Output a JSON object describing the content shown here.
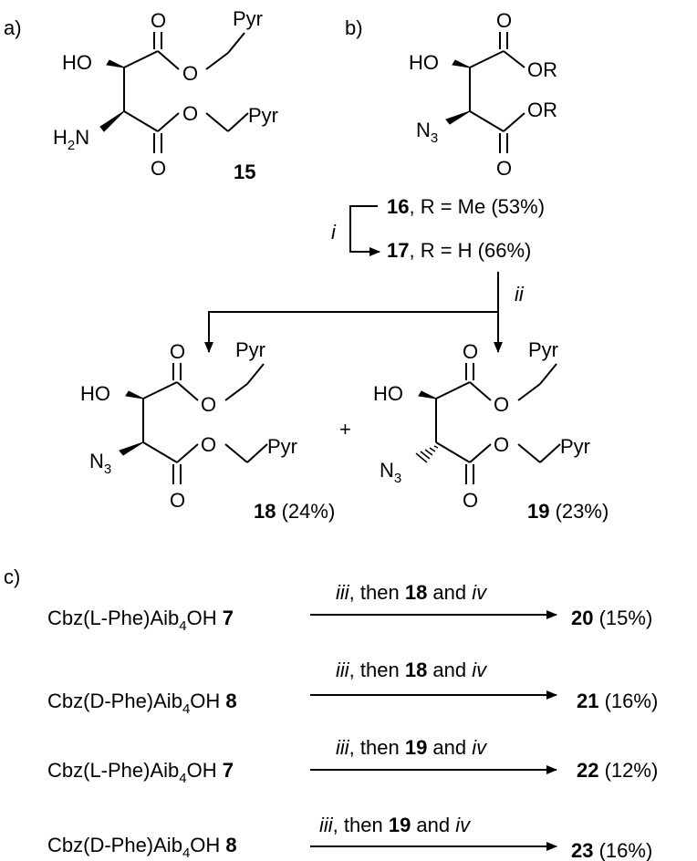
{
  "panels": {
    "a": "a)",
    "b": "b)",
    "c": "c)"
  },
  "atoms": {
    "O": "O",
    "HO": "HO",
    "H": "H",
    "N": "N",
    "sub2": "2",
    "sub3": "3",
    "Pyr": "Pyr",
    "R": "R"
  },
  "compounds": {
    "c15": "15",
    "c16": "16",
    "c16_tail": ", R = Me (53%)",
    "c17": "17",
    "c17_tail": ", R = H (66%)",
    "c18": "18",
    "c18_yield": " (24%)",
    "c19": "19",
    "c19_yield": " (23%)"
  },
  "steps": {
    "i": "i",
    "ii": "ii",
    "iii": "iii",
    "iv": "iv",
    "plus": "+"
  },
  "reactions": [
    {
      "sm": "Cbz(L-Phe)Aib",
      "sub": "4",
      "sm_tail": "OH ",
      "sm_num": "7",
      "cond_pre": ", then ",
      "cond_cmpd": "18",
      "cond_and": " and ",
      "product": "20",
      "yield": " (15%)"
    },
    {
      "sm": "Cbz(D-Phe)Aib",
      "sub": "4",
      "sm_tail": "OH ",
      "sm_num": "8",
      "cond_pre": ", then ",
      "cond_cmpd": "18",
      "cond_and": " and ",
      "product": "21",
      "yield": " (16%)"
    },
    {
      "sm": "Cbz(L-Phe)Aib",
      "sub": "4",
      "sm_tail": "OH ",
      "sm_num": "7",
      "cond_pre": ", then ",
      "cond_cmpd": "19",
      "cond_and": " and ",
      "product": "22",
      "yield": " (12%)"
    },
    {
      "sm": "Cbz(D-Phe)Aib",
      "sub": "4",
      "sm_tail": "OH ",
      "sm_num": "8",
      "cond_pre": ", then ",
      "cond_cmpd": "19",
      "cond_and": " and ",
      "product": "23",
      "yield": " (16%)"
    }
  ]
}
